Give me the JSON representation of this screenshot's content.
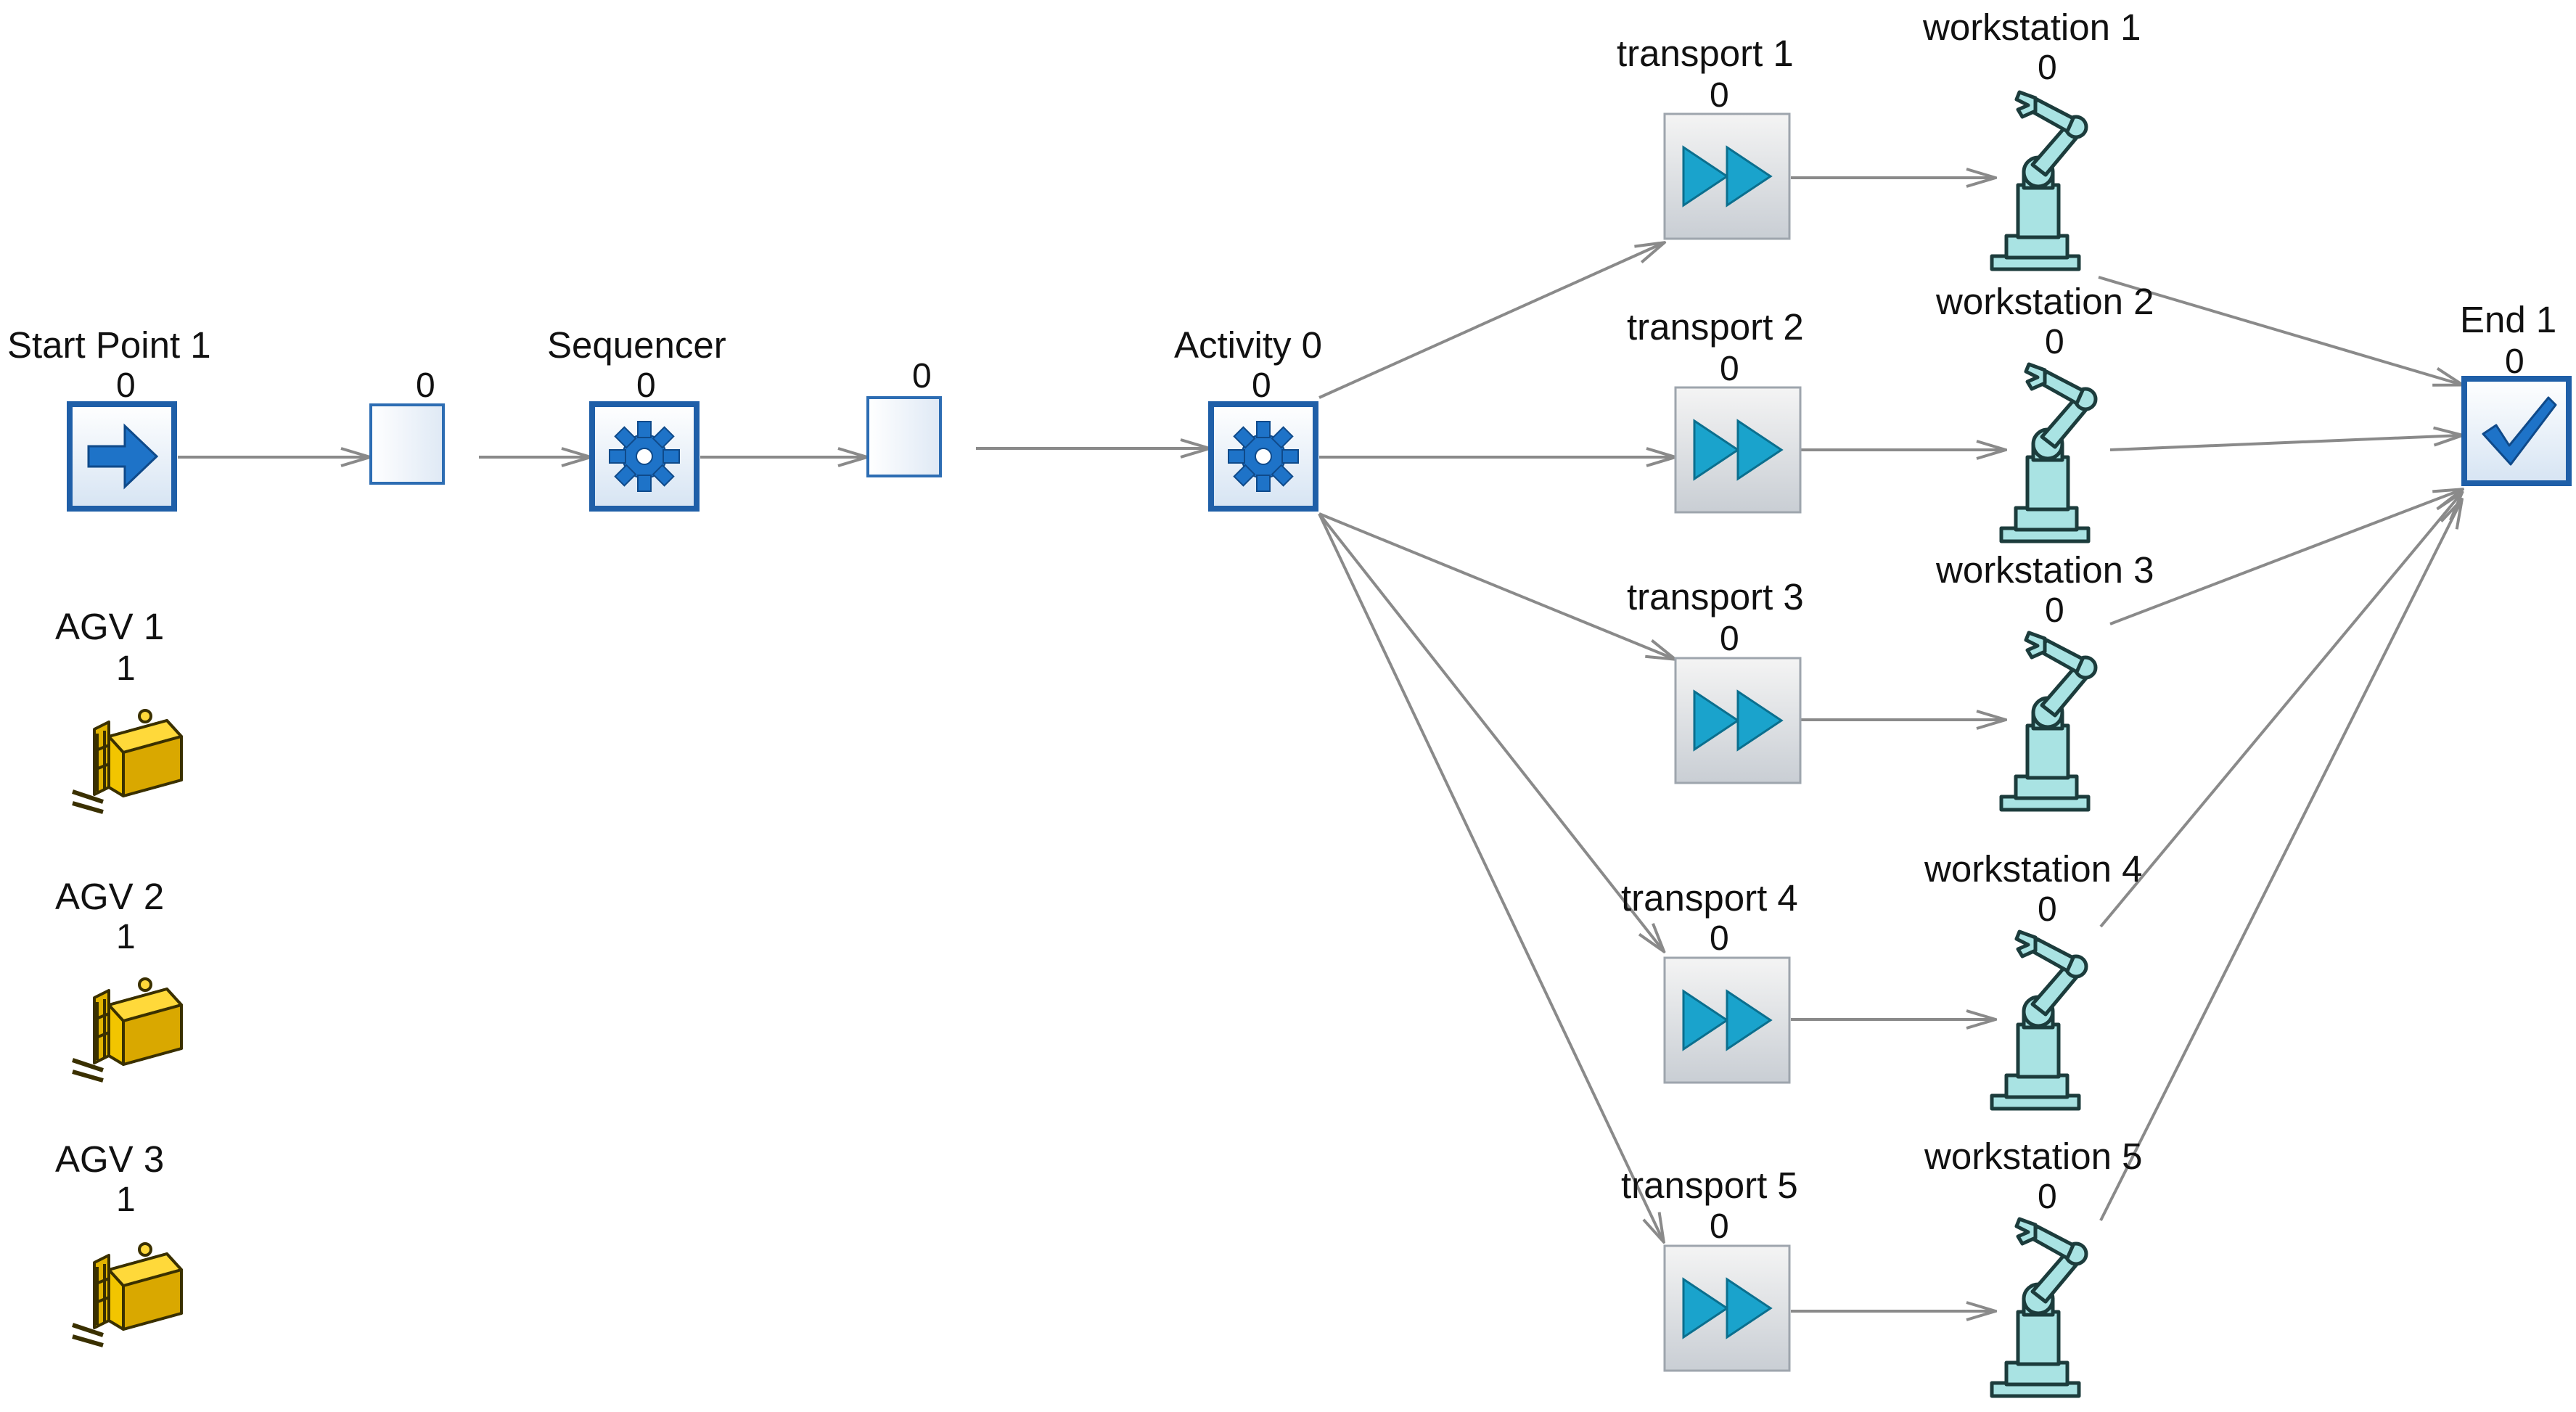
{
  "nodes": {
    "start": {
      "label": "Start Point 1",
      "count": "0"
    },
    "queue1": {
      "label": "",
      "count": "0"
    },
    "sequencer": {
      "label": "Sequencer",
      "count": "0"
    },
    "queue2": {
      "label": "",
      "count": "0"
    },
    "activity": {
      "label": "Activity 0",
      "count": "0"
    },
    "transport1": {
      "label": "transport 1",
      "count": "0"
    },
    "transport2": {
      "label": "transport 2",
      "count": "0"
    },
    "transport3": {
      "label": "transport 3",
      "count": "0"
    },
    "transport4": {
      "label": "transport 4",
      "count": "0"
    },
    "transport5": {
      "label": "transport 5",
      "count": "0"
    },
    "workstation1": {
      "label": "workstation 1",
      "count": "0"
    },
    "workstation2": {
      "label": "workstation 2",
      "count": "0"
    },
    "workstation3": {
      "label": "workstation 3",
      "count": "0"
    },
    "workstation4": {
      "label": "workstation 4",
      "count": "0"
    },
    "workstation5": {
      "label": "workstation 5",
      "count": "0"
    },
    "end": {
      "label": "End 1",
      "count": "0"
    },
    "agv1": {
      "label": "AGV 1",
      "count": "1"
    },
    "agv2": {
      "label": "AGV 2",
      "count": "1"
    },
    "agv3": {
      "label": "AGV 3",
      "count": "1"
    }
  },
  "colors": {
    "box_blue": "#1f5fa8",
    "arrow_blue": "#1e73c8",
    "transport_cyan": "#1aa3cc",
    "robot": "#a9e3e3",
    "agv_yellow": "#f2c500",
    "link": "#8a8a8a"
  },
  "icons": {
    "start": "arrow-right-icon",
    "sequencer": "gear-icon",
    "activity": "gear-icon",
    "transport": "fast-forward-icon",
    "workstation": "robot-arm-icon",
    "end": "checkmark-icon",
    "agv": "forklift-icon"
  }
}
